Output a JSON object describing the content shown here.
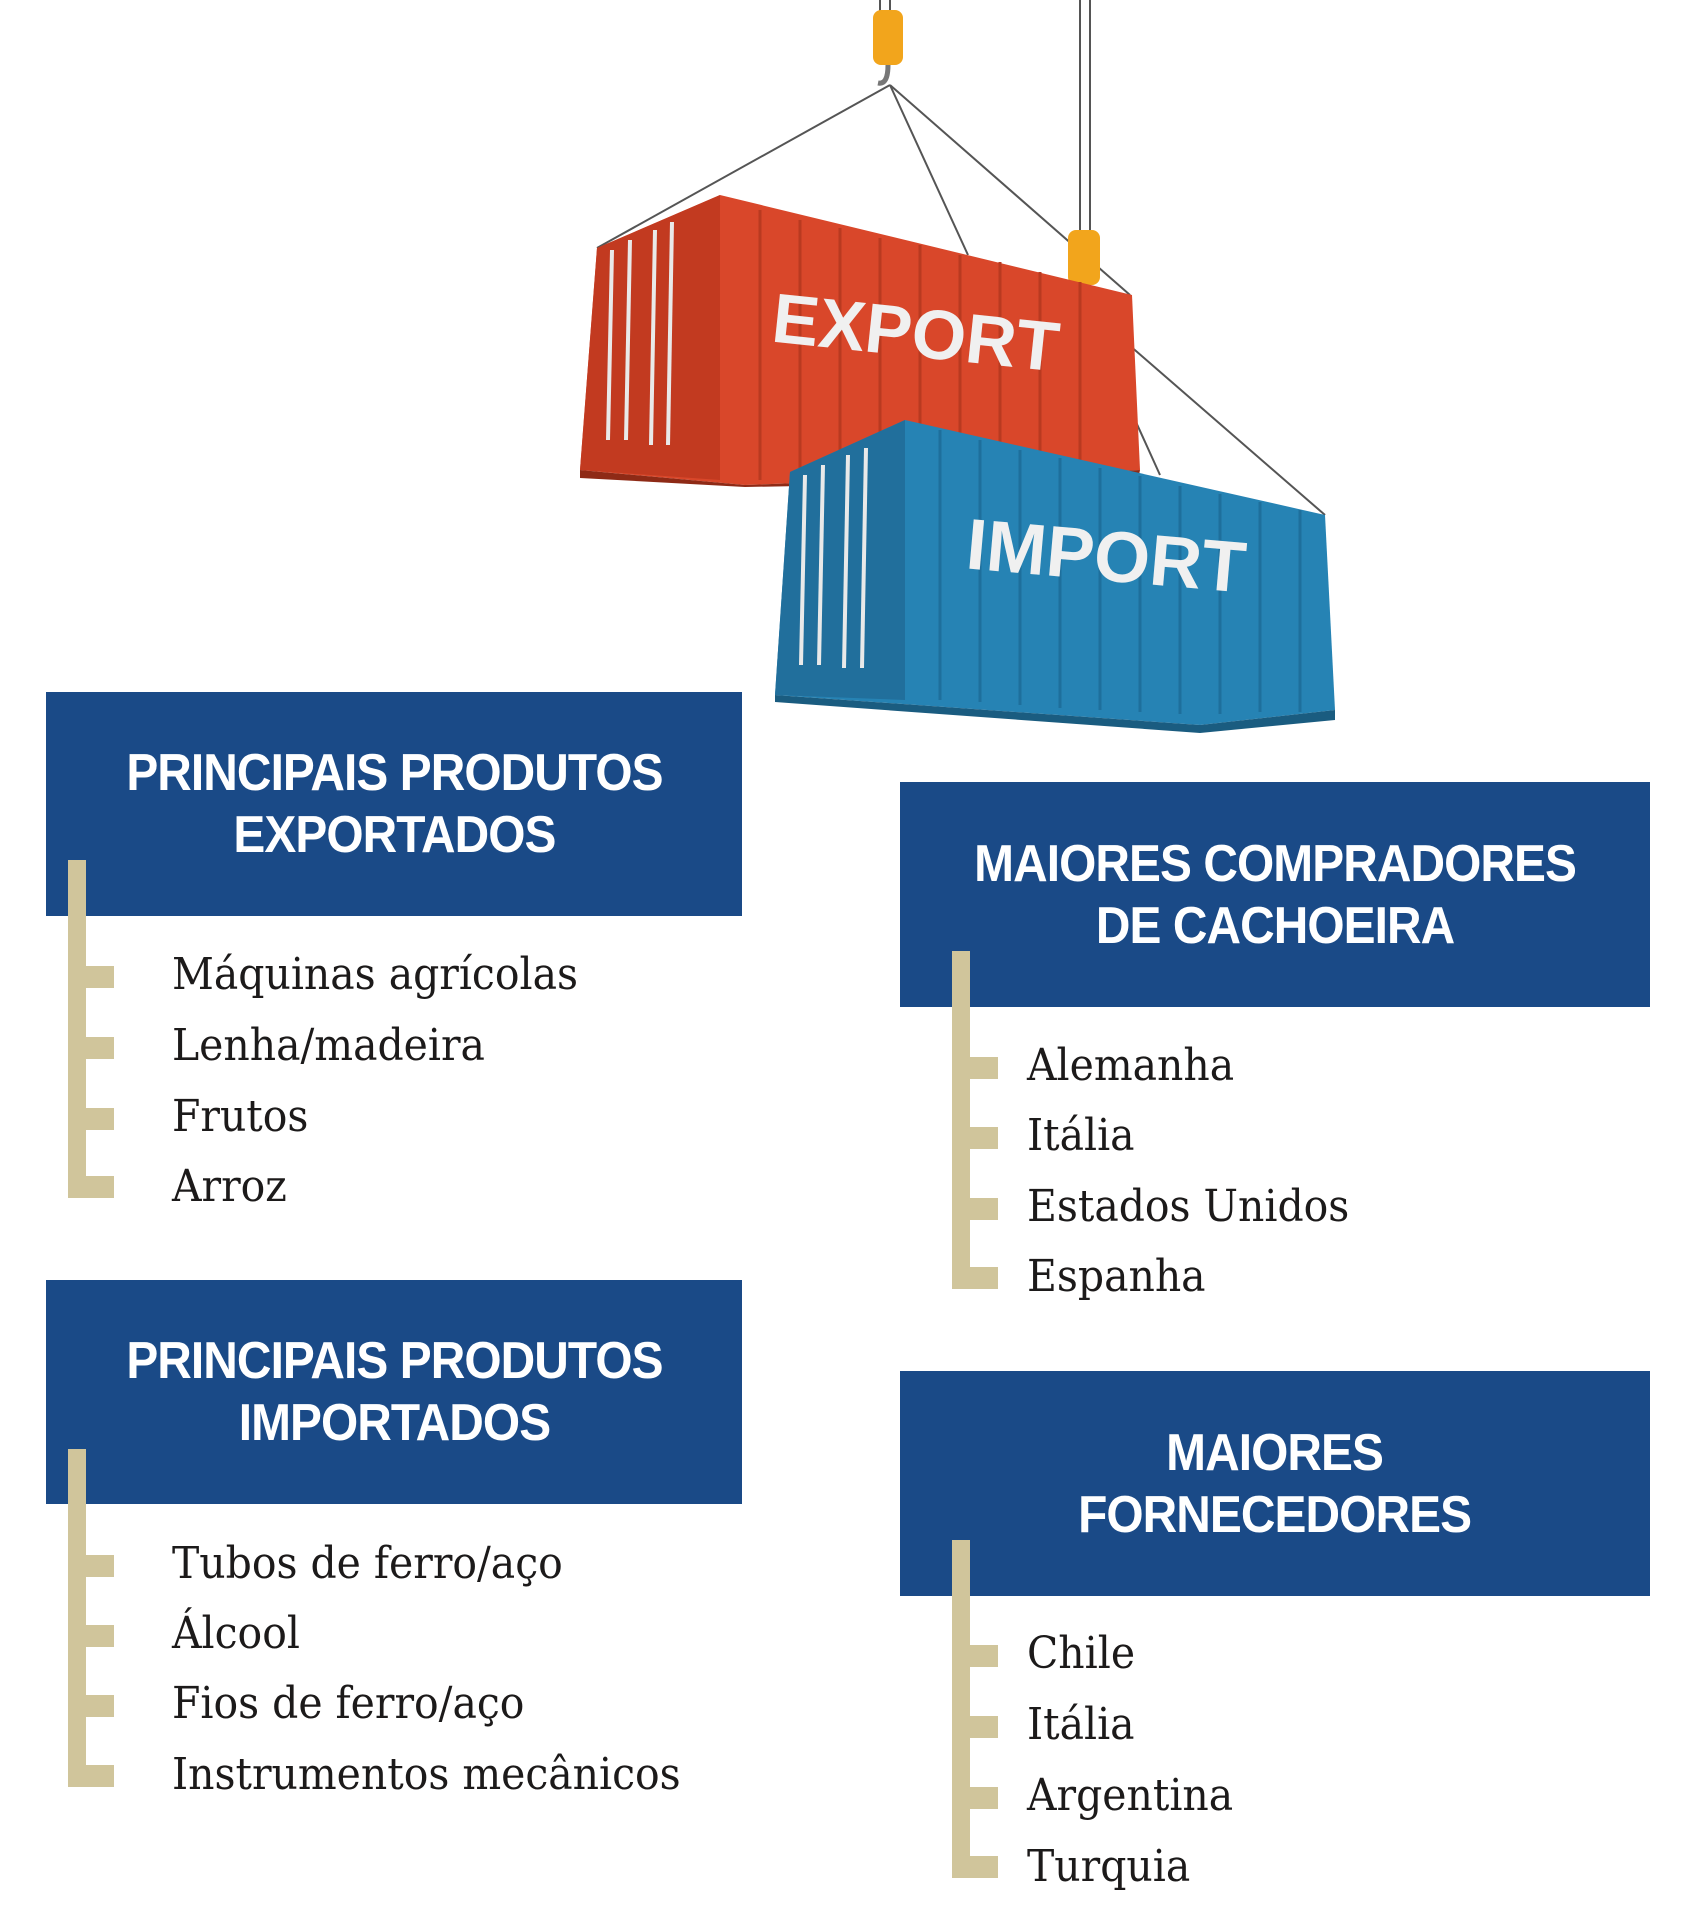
{
  "hero": {
    "export_label": "EXPORT",
    "import_label": "IMPORT"
  },
  "sections": [
    {
      "title_line1": "PRINCIPAIS PRODUTOS",
      "title_line2": "EXPORTADOS",
      "items": [
        "Máquinas agrícolas",
        "Lenha/madeira",
        "Frutos",
        "Arroz"
      ]
    },
    {
      "title_line1": "PRINCIPAIS PRODUTOS",
      "title_line2": "IMPORTADOS",
      "items": [
        "Tubos de ferro/aço",
        "Álcool",
        "Fios de ferro/aço",
        "Instrumentos mecânicos"
      ]
    },
    {
      "title_line1": "MAIORES COMPRADORES",
      "title_line2": "DE CACHOEIRA",
      "items": [
        "Alemanha",
        "Itália",
        "Estados Unidos",
        "Espanha"
      ]
    },
    {
      "title_line1": "MAIORES",
      "title_line2": "FORNECEDORES",
      "items": [
        "Chile",
        "Itália",
        "Argentina",
        "Turquia"
      ]
    }
  ],
  "colors": {
    "header_bg": "#1a4a87",
    "bracket": "#d0c59b",
    "export_container": "#d9472a",
    "import_container": "#2683b4"
  }
}
